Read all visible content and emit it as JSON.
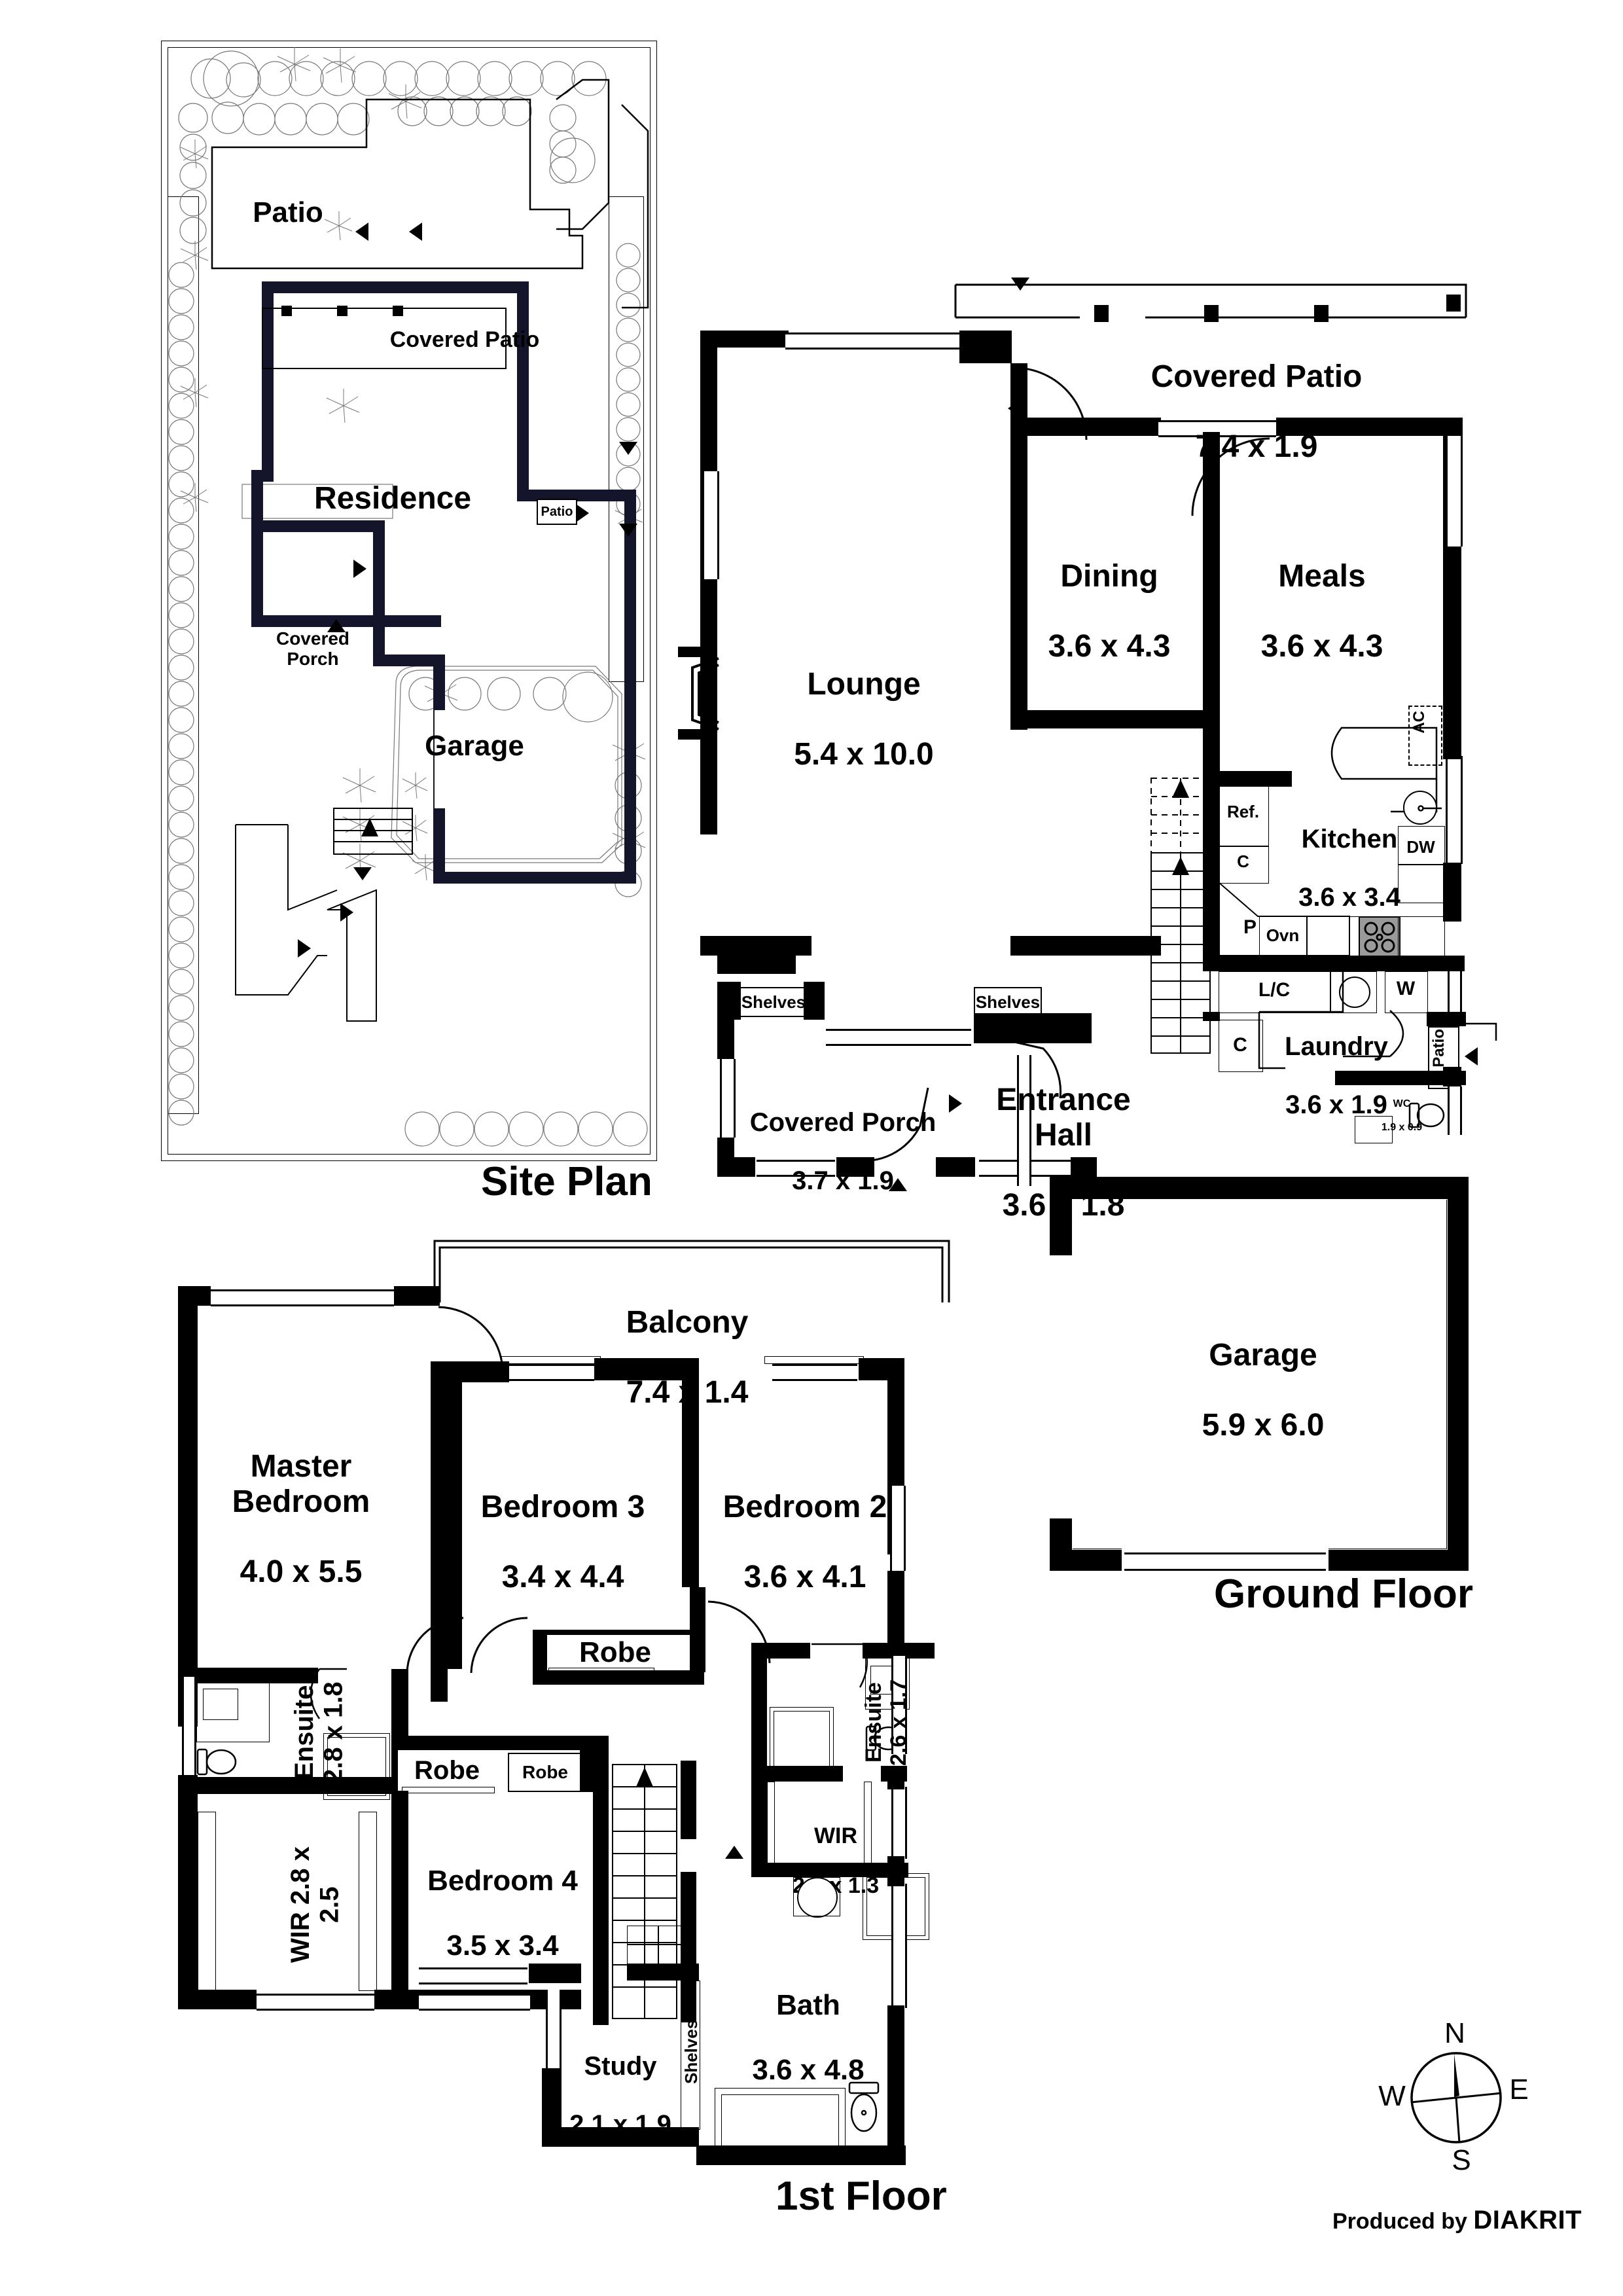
{
  "document": {
    "producer_prefix": "Produced by",
    "producer_brand": "DIAKRIT"
  },
  "plans": [
    {
      "id": "site",
      "title": "Site Plan"
    },
    {
      "id": "ground",
      "title": "Ground Floor"
    },
    {
      "id": "first",
      "title": "1st Floor"
    }
  ],
  "compass": {
    "n": "N",
    "e": "E",
    "s": "S",
    "w": "W"
  },
  "site_plan": {
    "title": "Site Plan",
    "rooms": [
      {
        "name": "Patio",
        "dims": ""
      },
      {
        "name": "Covered Patio",
        "dims": ""
      },
      {
        "name": "Residence",
        "dims": ""
      },
      {
        "name": "Covered\nPorch",
        "dims": ""
      },
      {
        "name": "Garage",
        "dims": ""
      },
      {
        "name": "Patio",
        "dims": ""
      }
    ]
  },
  "ground_floor": {
    "title": "Ground Floor",
    "rooms": [
      {
        "name": "Covered Patio",
        "dims": "7.4 x 1.9"
      },
      {
        "name": "Dining",
        "dims": "3.6 x 4.3"
      },
      {
        "name": "Meals",
        "dims": "3.6 x 4.3"
      },
      {
        "name": "Lounge",
        "dims": "5.4 x 10.0"
      },
      {
        "name": "Kitchen",
        "dims": "3.6 x 3.4"
      },
      {
        "name": "Laundry",
        "dims": "3.6 x 1.9"
      },
      {
        "name": "WC",
        "dims": "1.9 x 0.9"
      },
      {
        "name": "Entrance\nHall",
        "dims": "3.6 x 1.8"
      },
      {
        "name": "Covered Porch",
        "dims": "3.7 x 1.9"
      },
      {
        "name": "Garage",
        "dims": "5.9 x 6.0"
      }
    ],
    "fixtures": [
      {
        "label": "AC"
      },
      {
        "label": "Ref."
      },
      {
        "label": "C"
      },
      {
        "label": "P"
      },
      {
        "label": "Ovn"
      },
      {
        "label": "DW"
      },
      {
        "label": "L/C"
      },
      {
        "label": "W"
      },
      {
        "label": "C"
      },
      {
        "label": "Patio"
      },
      {
        "label": "Shelves"
      },
      {
        "label": "Shelves"
      }
    ]
  },
  "first_floor": {
    "title": "1st Floor",
    "rooms": [
      {
        "name": "Balcony",
        "dims": "7.4 x 1.4"
      },
      {
        "name": "Master\nBedroom",
        "dims": "4.0 x 5.5"
      },
      {
        "name": "Bedroom 3",
        "dims": "3.4 x 4.4"
      },
      {
        "name": "Bedroom 2",
        "dims": "3.6 x 4.1"
      },
      {
        "name": "Ensuite",
        "dims": "2.8 x 1.8"
      },
      {
        "name": "Ensuite",
        "dims": "2.6 x 1.7"
      },
      {
        "name": "WIR",
        "dims": "2.8 x 2.5"
      },
      {
        "name": "WIR",
        "dims": "2.6 x 1.3"
      },
      {
        "name": "Bedroom 4",
        "dims": "3.5 x 3.4"
      },
      {
        "name": "Bath",
        "dims": "3.6 x 4.8"
      },
      {
        "name": "Study",
        "dims": "2.1 x 1.9"
      }
    ],
    "fixtures": [
      {
        "label": "Robe"
      },
      {
        "label": "Robe"
      },
      {
        "label": "Robe"
      },
      {
        "label": "Shelves"
      }
    ]
  },
  "colors": {
    "wall_black": "#000000",
    "wall_navy": "#14142a",
    "page_bg": "#ffffff",
    "text": "#000000"
  }
}
